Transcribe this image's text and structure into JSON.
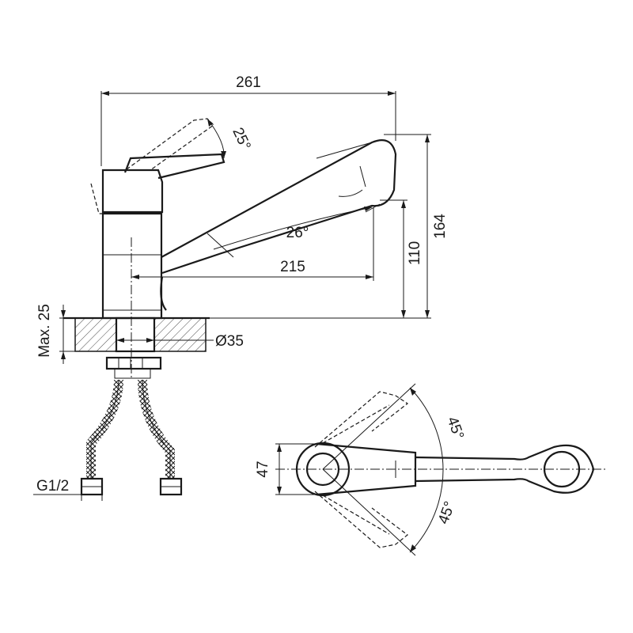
{
  "drawing": {
    "dimensions": {
      "overall_width": "261",
      "spout_reach": "215",
      "spout_height": "110",
      "total_height": "164",
      "max_thickness": "Max. 25",
      "hole_diameter": "Ø35",
      "connection": "G1/2",
      "body_width": "47"
    },
    "angles": {
      "lever_tilt": "25°",
      "spout_angle": "26°",
      "rotation_upper": "45°",
      "rotation_lower": "45°"
    }
  }
}
